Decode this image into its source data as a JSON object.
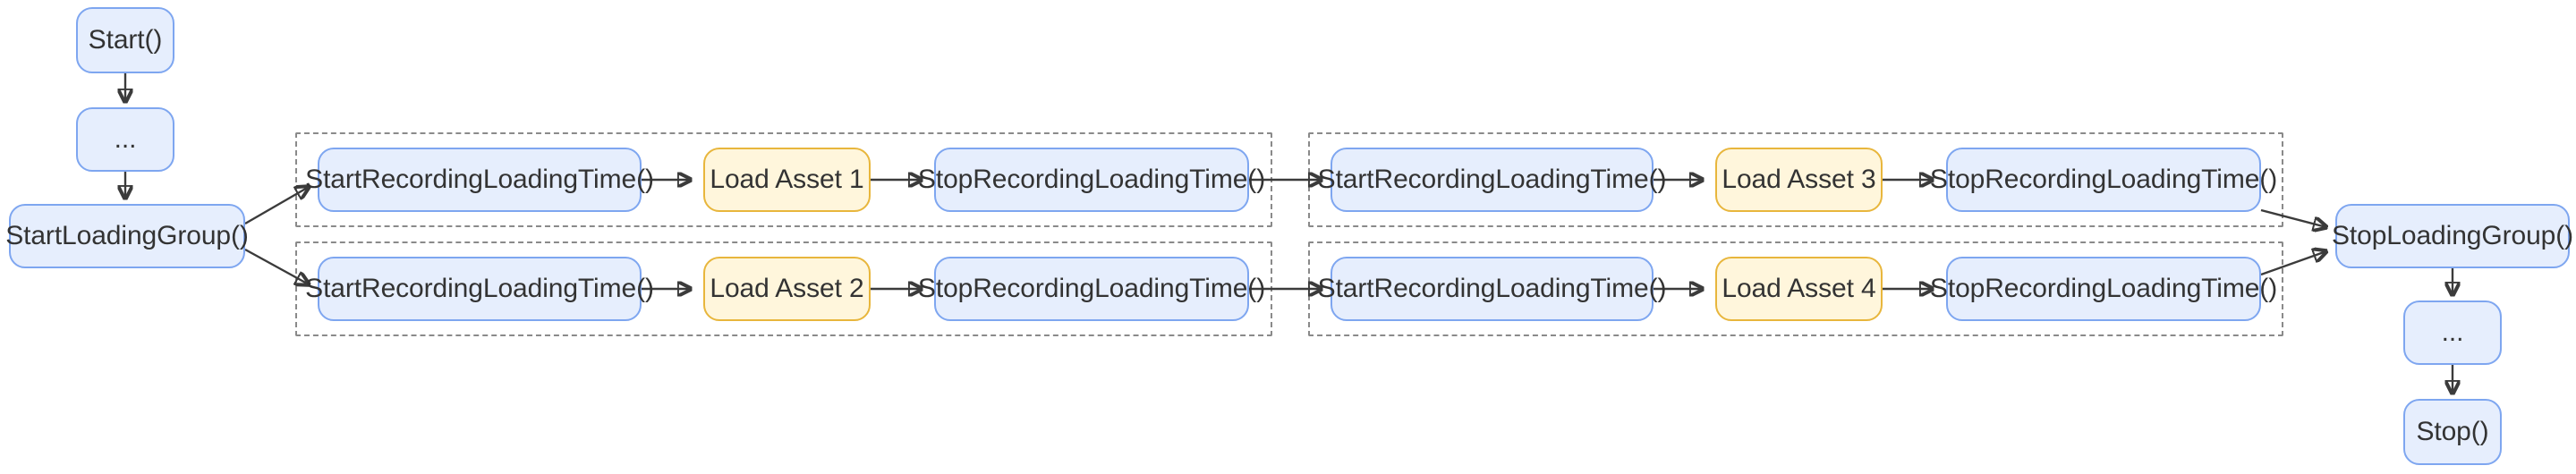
{
  "diagram": {
    "title": "Asset loading group instrumentation flow",
    "type": "flowchart",
    "direction": "left-to-right",
    "colors": {
      "node_blue_fill": "#E6EEFD",
      "node_blue_border": "#7EA6F0",
      "node_yellow_fill": "#FFF6DC",
      "node_yellow_border": "#E8B63C",
      "edge": "#3B3B3B",
      "subgraph_border": "#8A8A8A",
      "text": "#333333",
      "background": "#FFFFFF"
    }
  },
  "nodes": {
    "start": {
      "label": "Start()",
      "shape": "rounded",
      "style": "blue"
    },
    "ellipsis_top": {
      "label": "...",
      "shape": "rounded",
      "style": "blue"
    },
    "start_loading_group": {
      "label": "StartLoadingGroup()",
      "shape": "rounded",
      "style": "blue"
    },
    "stop_loading_group": {
      "label": "StopLoadingGroup()",
      "shape": "rounded",
      "style": "blue"
    },
    "ellipsis_bottom": {
      "label": "...",
      "shape": "rounded",
      "style": "blue"
    },
    "stop": {
      "label": "Stop()",
      "shape": "rounded",
      "style": "blue"
    }
  },
  "groups": [
    {
      "id": "group-1",
      "lanes": [
        {
          "id": "lane-1",
          "steps": [
            {
              "label": "StartRecordingLoadingTime()",
              "style": "blue"
            },
            {
              "label": "Load Asset 1",
              "style": "yellow"
            },
            {
              "label": "StopRecordingLoadingTime()",
              "style": "blue"
            }
          ]
        },
        {
          "id": "lane-2",
          "steps": [
            {
              "label": "StartRecordingLoadingTime()",
              "style": "blue"
            },
            {
              "label": "Load Asset 2",
              "style": "yellow"
            },
            {
              "label": "StopRecordingLoadingTime()",
              "style": "blue"
            }
          ]
        }
      ]
    },
    {
      "id": "group-2",
      "lanes": [
        {
          "id": "lane-3",
          "steps": [
            {
              "label": "StartRecordingLoadingTime()",
              "style": "blue"
            },
            {
              "label": "Load Asset 3",
              "style": "yellow"
            },
            {
              "label": "StopRecordingLoadingTime()",
              "style": "blue"
            }
          ]
        },
        {
          "id": "lane-4",
          "steps": [
            {
              "label": "StartRecordingLoadingTime()",
              "style": "blue"
            },
            {
              "label": "Load Asset 4",
              "style": "yellow"
            },
            {
              "label": "StopRecordingLoadingTime()",
              "style": "blue"
            }
          ]
        }
      ]
    }
  ]
}
